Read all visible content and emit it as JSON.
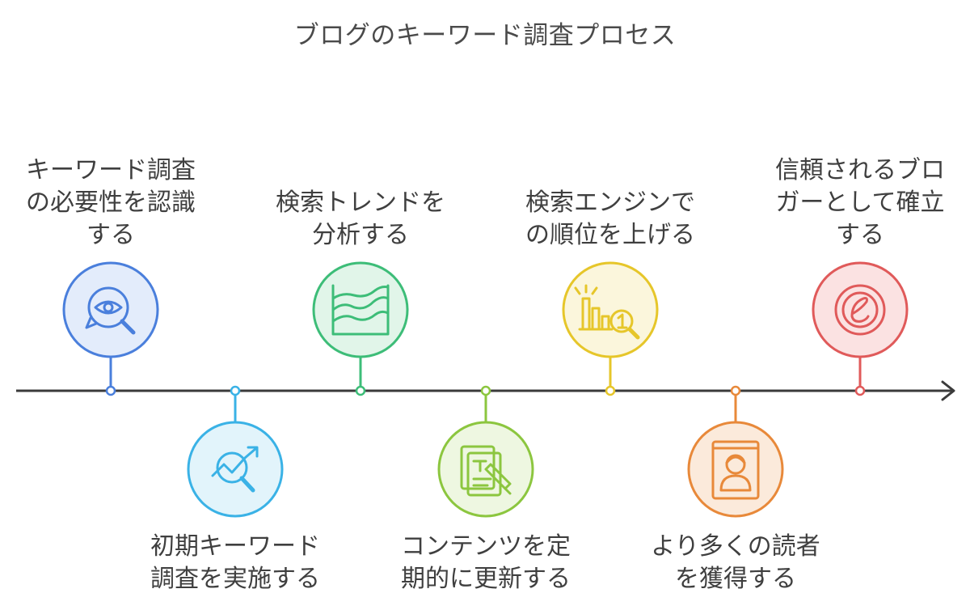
{
  "title": "ブログのキーワード調査プロセス",
  "steps": [
    {
      "lines": [
        "キーワード調査",
        "の必要性を認識",
        "する"
      ],
      "position": "above",
      "color": "#4a7fdc",
      "fill": "#e3ecfb",
      "icon": "eye-search-icon"
    },
    {
      "lines": [
        "初期キーワード",
        "調査を実施する"
      ],
      "position": "below",
      "color": "#3ab2e6",
      "fill": "#e2f4fb",
      "icon": "trend-search-icon"
    },
    {
      "lines": [
        "検索トレンドを",
        "分析する"
      ],
      "position": "above",
      "color": "#3dbd78",
      "fill": "#e1f5e9",
      "icon": "area-chart-icon"
    },
    {
      "lines": [
        "コンテンツを定",
        "期的に更新する"
      ],
      "position": "below",
      "color": "#8cc63f",
      "fill": "#eef7e1",
      "icon": "document-edit-icon"
    },
    {
      "lines": [
        "検索エンジンで",
        "の順位を上げる"
      ],
      "position": "above",
      "color": "#e6c62a",
      "fill": "#fbf6dc",
      "icon": "ranking-search-icon"
    },
    {
      "lines": [
        "より多くの読者",
        "を獲得する"
      ],
      "position": "below",
      "color": "#e8893a",
      "fill": "#fbeadb",
      "icon": "reader-profile-icon"
    },
    {
      "lines": [
        "信頼されるブロ",
        "ガーとして確立",
        "する"
      ],
      "position": "above",
      "color": "#e05a5a",
      "fill": "#fbe2e2",
      "icon": "blogger-e-icon"
    }
  ]
}
